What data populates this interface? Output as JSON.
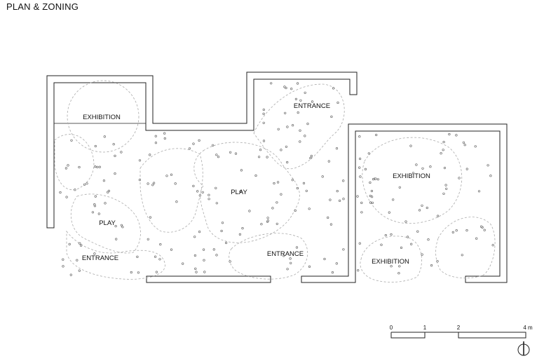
{
  "title": "PLAN & ZONING",
  "zones": {
    "exhibition_left": "EXHIBITION",
    "entrance_top": "ENTRANCE",
    "play_center": "PLAY",
    "play_left": "PLAY",
    "entrance_left": "ENTRANCE",
    "entrance_bottom": "ENTRANCE",
    "exhibition_right_top": "EXHIBITION",
    "exhibition_right_bottom": "EXHIBITION"
  },
  "scale_bar": {
    "ticks": [
      "0",
      "1",
      "2",
      "4 m"
    ]
  },
  "north_arrow": "north-arrow-icon"
}
